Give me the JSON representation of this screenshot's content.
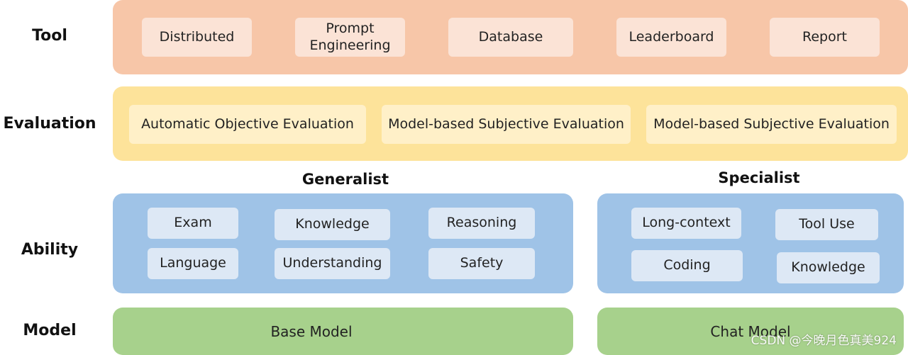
{
  "rows": {
    "tool": "Tool",
    "evaluation": "Evaluation",
    "ability": "Ability",
    "model": "Model"
  },
  "tool": {
    "items": [
      "Distributed",
      "Prompt\nEngineering",
      "Database",
      "Leaderboard",
      "Report"
    ]
  },
  "evaluation": {
    "items": [
      "Automatic Objective Evaluation",
      "Model-based Subjective Evaluation",
      "Model-based Subjective Evaluation"
    ]
  },
  "ability": {
    "generalist": {
      "title": "Generalist",
      "items": [
        "Exam",
        "Knowledge",
        "Reasoning",
        "Language",
        "Understanding",
        "Safety"
      ]
    },
    "specialist": {
      "title": "Specialist",
      "items": [
        "Long-context",
        "Tool Use",
        "Coding",
        "Knowledge"
      ]
    }
  },
  "model": {
    "base": "Base Model",
    "chat": "Chat Model"
  },
  "watermark": "CSDN @今晚月色真美924",
  "colors": {
    "tool_band": "#f7c6a8",
    "eval_band": "#fde39a",
    "ability_band": "#9fc3e7",
    "model_band": "#a7d18c"
  }
}
